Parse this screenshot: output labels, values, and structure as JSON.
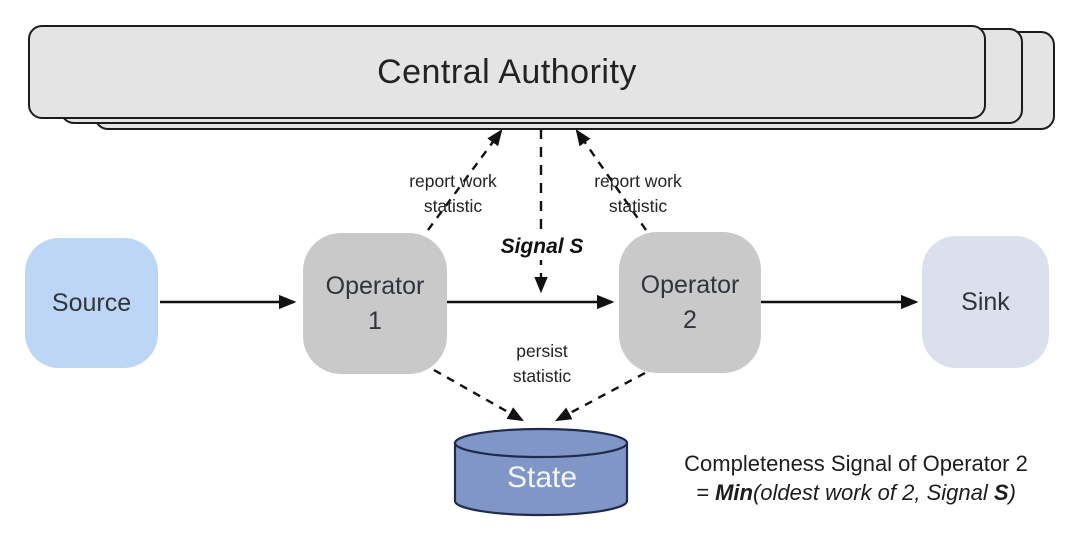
{
  "central_authority": {
    "label": "Central Authority"
  },
  "nodes": {
    "source": {
      "label": "Source"
    },
    "operator1": {
      "label": "Operator\n1"
    },
    "operator2": {
      "label": "Operator\n2"
    },
    "sink": {
      "label": "Sink"
    },
    "state": {
      "label": "State"
    }
  },
  "edges": {
    "report_left": {
      "label": "report work\nstatistic"
    },
    "report_right": {
      "label": "report work\nstatistic"
    },
    "signal": {
      "label": "Signal S"
    },
    "persist": {
      "label": "persist\nstatistic"
    }
  },
  "note": {
    "line1": "Completeness Signal of Operator 2",
    "line2_prefix": "= ",
    "line2_bold1": "Min",
    "line2_mid": "(oldest work of 2, Signal ",
    "line2_bold2": "S",
    "line2_close": ")"
  },
  "colors": {
    "central_authority_fill": "#e4e4e4",
    "source_fill": "#bdd6f5",
    "operator_fill": "#c9c9c9",
    "sink_fill": "#dce0ec",
    "state_fill": "#8096c7",
    "state_stroke": "#202a4e",
    "arrow": "#111111"
  }
}
